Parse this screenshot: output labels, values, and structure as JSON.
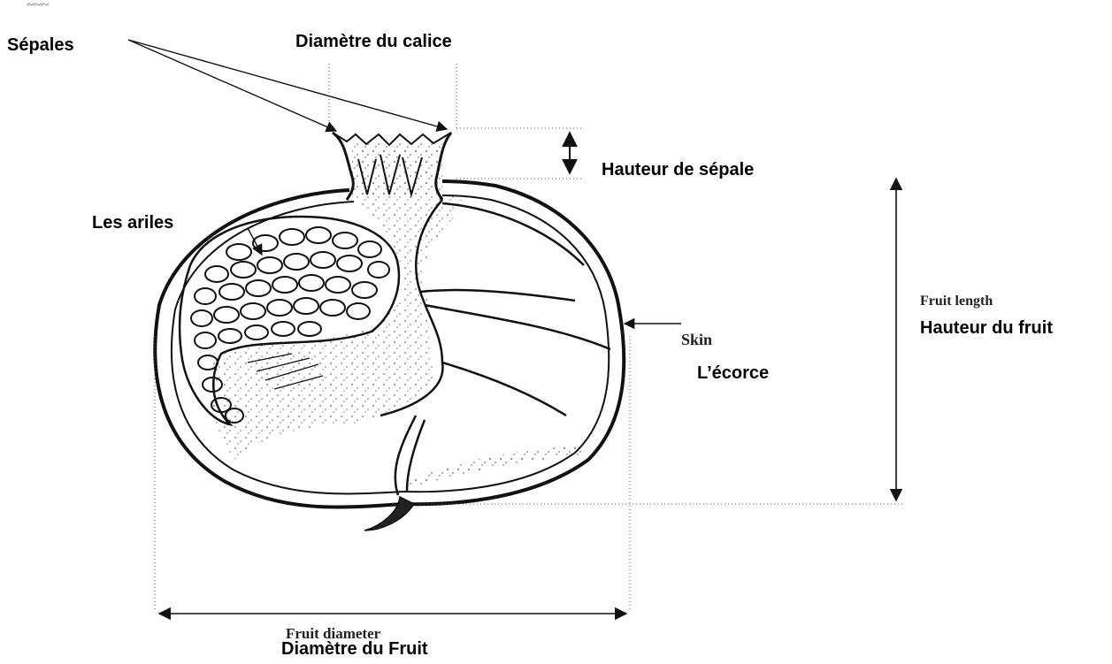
{
  "labels_fr": {
    "sepales": "Sépales",
    "calyx_diameter": "Diamètre du calice",
    "sepal_height": "Hauteur de sépale",
    "arils": "Les ariles",
    "fruit_height": "Hauteur du fruit",
    "peel": "L’écorce",
    "fruit_diameter": "Diamètre du Fruit"
  },
  "labels_en": {
    "fruit_length": "Fruit length",
    "skin": "Skin",
    "fruit_diameter": "Fruit diameter"
  },
  "colors": {
    "ink": "#111111",
    "background": "#ffffff"
  }
}
